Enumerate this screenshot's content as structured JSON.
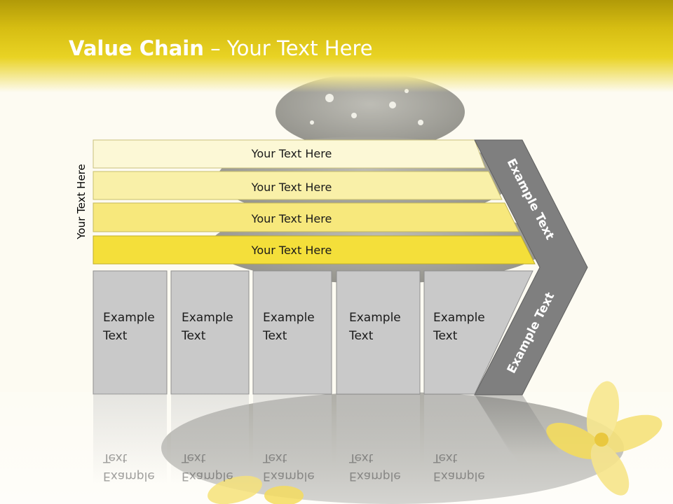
{
  "title": {
    "bold": "Value Chain",
    "rest": " – Your Text Here"
  },
  "side_label": "Your Text Here",
  "rows": [
    {
      "label": "Your Text Here",
      "color": "#fcf8d6"
    },
    {
      "label": "Your Text Here",
      "color": "#f9f0a8"
    },
    {
      "label": "Your Text Here",
      "color": "#f7e87c"
    },
    {
      "label": "Your Text Here",
      "color": "#f4df3a"
    }
  ],
  "boxes": [
    {
      "line1": "Example",
      "line2": "Text"
    },
    {
      "line1": "Example",
      "line2": "Text"
    },
    {
      "line1": "Example",
      "line2": "Text"
    },
    {
      "line1": "Example",
      "line2": "Text"
    },
    {
      "line1": "Example",
      "line2": "Text"
    }
  ],
  "chevron": {
    "upper": "Example Text",
    "lower": "Example Text",
    "color": "#7f7f7f"
  },
  "colors": {
    "accent": "#e6cf1e",
    "box_fill": "#c9c9c9",
    "background": "#fdfbf2"
  }
}
